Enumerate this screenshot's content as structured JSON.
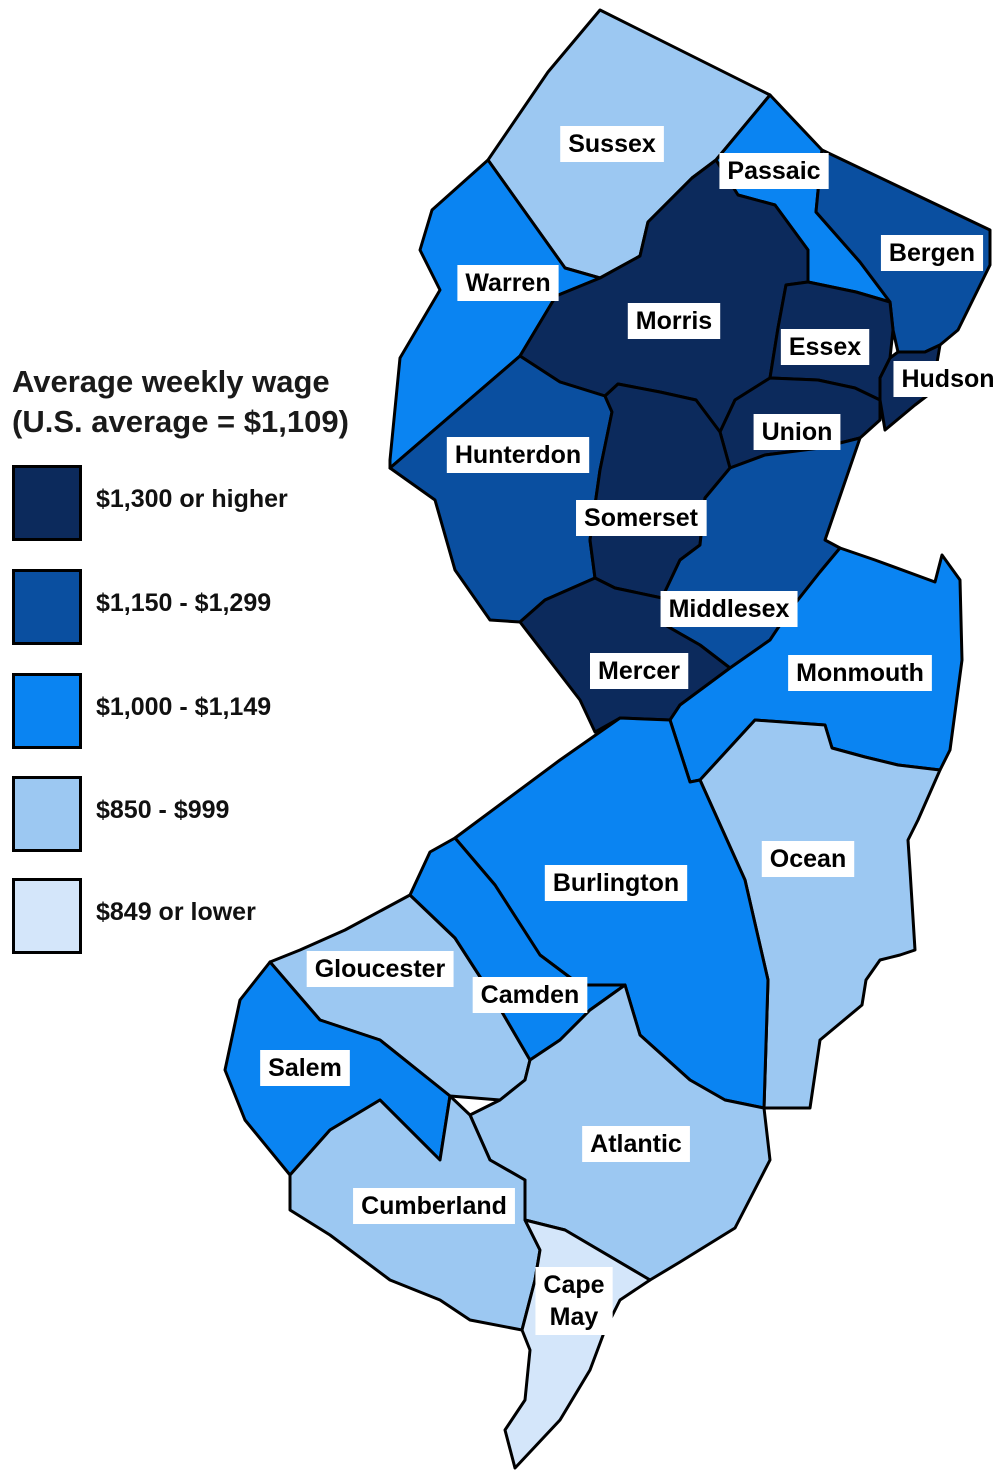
{
  "legend": {
    "title_line1": "Average weekly wage",
    "title_line2": "(U.S. average = $1,109)",
    "items": [
      {
        "label": "$1,300 or higher",
        "color": "#0c2a5c"
      },
      {
        "label": "$1,150 - $1,299",
        "color": "#0a4fa0"
      },
      {
        "label": "$1,000 - $1,149",
        "color": "#0a84f2"
      },
      {
        "label": "$850 - $999",
        "color": "#9cc8f2"
      },
      {
        "label": "$849 or lower",
        "color": "#d4e6fa"
      }
    ]
  },
  "counties": [
    {
      "name": "Sussex",
      "tier": 3
    },
    {
      "name": "Passaic",
      "tier": 2
    },
    {
      "name": "Bergen",
      "tier": 1
    },
    {
      "name": "Warren",
      "tier": 2
    },
    {
      "name": "Morris",
      "tier": 0
    },
    {
      "name": "Essex",
      "tier": 0
    },
    {
      "name": "Hudson",
      "tier": 0
    },
    {
      "name": "Hunterdon",
      "tier": 1
    },
    {
      "name": "Union",
      "tier": 0
    },
    {
      "name": "Somerset",
      "tier": 0
    },
    {
      "name": "Middlesex",
      "tier": 1
    },
    {
      "name": "Mercer",
      "tier": 0
    },
    {
      "name": "Monmouth",
      "tier": 2
    },
    {
      "name": "Ocean",
      "tier": 3
    },
    {
      "name": "Burlington",
      "tier": 2
    },
    {
      "name": "Gloucester",
      "tier": 3
    },
    {
      "name": "Camden",
      "tier": 2
    },
    {
      "name": "Salem",
      "tier": 2
    },
    {
      "name": "Atlantic",
      "tier": 3
    },
    {
      "name": "Cumberland",
      "tier": 3
    },
    {
      "name": "Cape May",
      "tier": 4
    }
  ]
}
